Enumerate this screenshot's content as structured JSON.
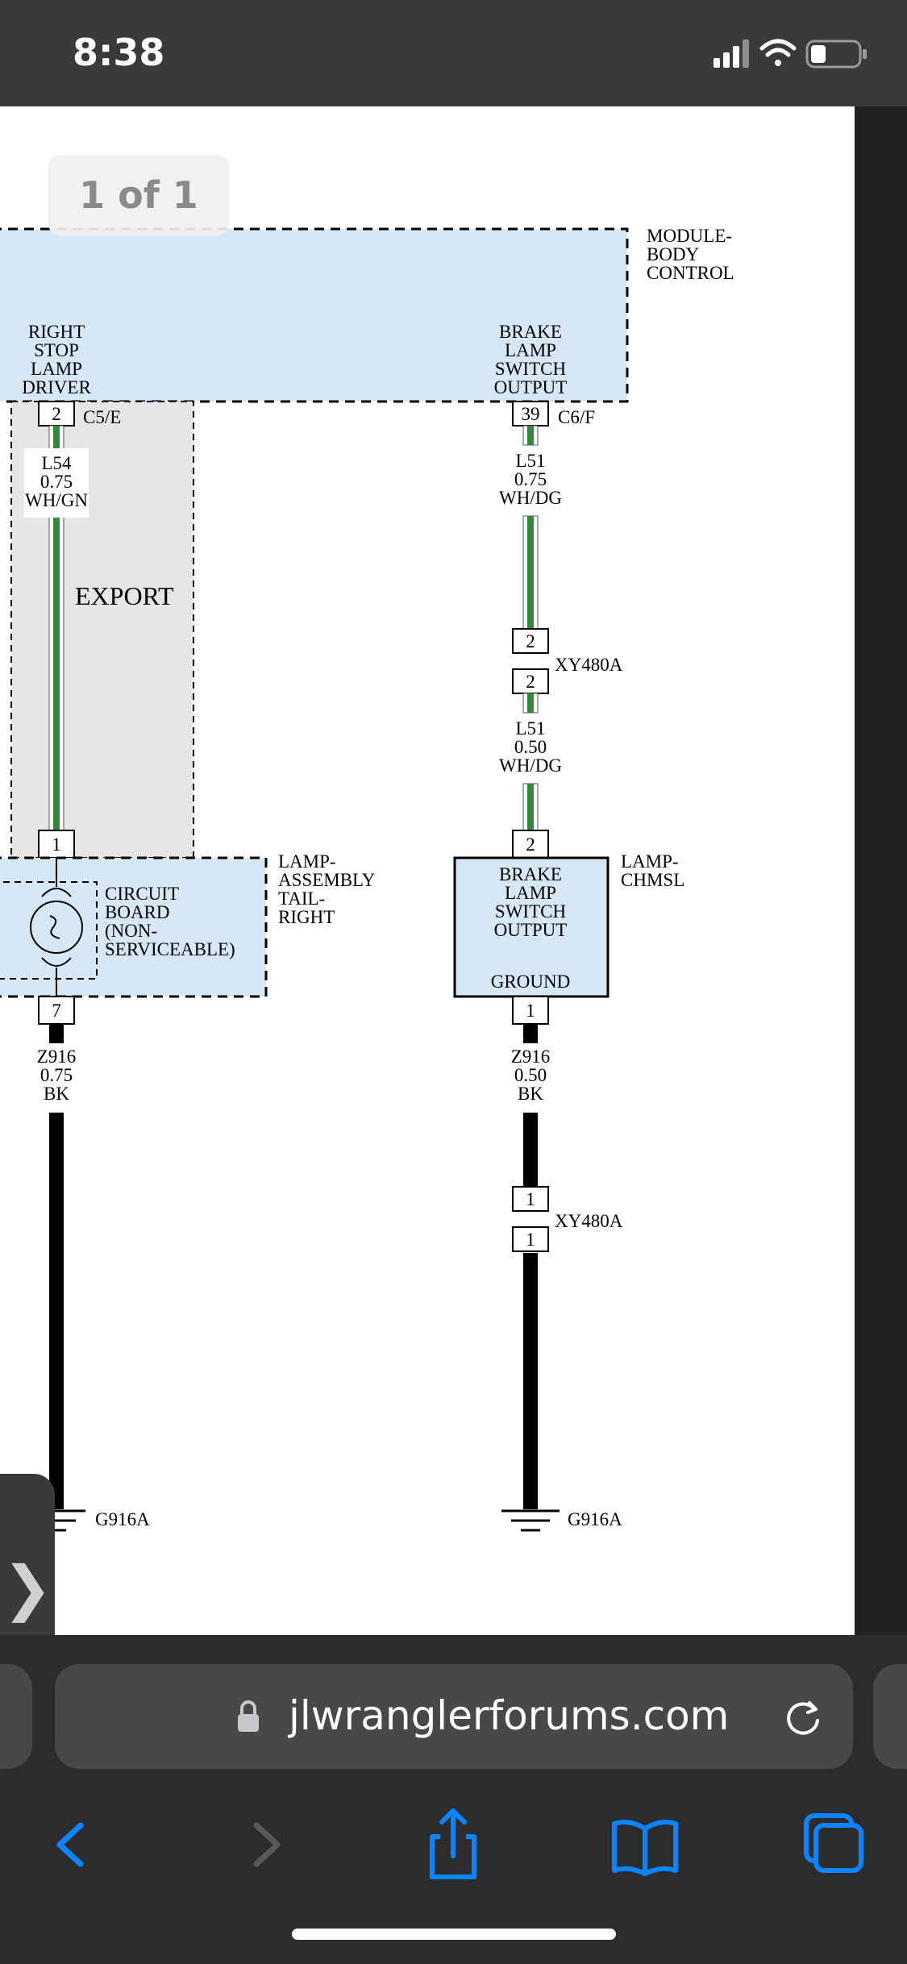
{
  "status_bar": {
    "time": "8:38",
    "icons": [
      "signal-icon",
      "wifi-icon",
      "battery-icon"
    ]
  },
  "document": {
    "page_indicator": "1 of 1",
    "diagram": {
      "module": {
        "line1": "MODULE-",
        "line2": "BODY",
        "line3": "CONTROL"
      },
      "left_pin_label": {
        "line1": "RIGHT",
        "line2": "STOP",
        "line3": "LAMP",
        "line4": "DRIVER"
      },
      "right_pin_label": {
        "line1": "BRAKE",
        "line2": "LAMP",
        "line3": "SWITCH",
        "line4": "OUTPUT"
      },
      "left_connector_pin": "2",
      "left_connector_name": "C5/E",
      "right_connector_pin": "39",
      "right_connector_name": "C6/F",
      "left_wire": {
        "circuit": "L54",
        "gauge": "0.75",
        "color": "WH/GN"
      },
      "export_label": "EXPORT",
      "right_wire_upper": {
        "circuit": "L51",
        "gauge": "0.75",
        "color": "WH/DG"
      },
      "inline_connector": {
        "pin_top": "2",
        "pin_bottom": "2",
        "name": "XY480A"
      },
      "right_wire_lower": {
        "circuit": "L51",
        "gauge": "0.50",
        "color": "WH/DG"
      },
      "tail_lamp_pin_in": "1",
      "tail_lamp_name": {
        "line1": "LAMP-",
        "line2": "ASSEMBLY",
        "line3": "TAIL-",
        "line4": "RIGHT"
      },
      "circuit_board": {
        "line1": "CIRCUIT",
        "line2": "BOARD",
        "line3": "(NON-",
        "line4": "SERVICEABLE)"
      },
      "tail_lamp_pin_out": "7",
      "chmsl_pin_in": "2",
      "chmsl_name": {
        "line1": "LAMP-",
        "line2": "CHMSL"
      },
      "chmsl_box": {
        "line1": "BRAKE",
        "line2": "LAMP",
        "line3": "SWITCH",
        "line4": "OUTPUT",
        "ground": "GROUND"
      },
      "chmsl_pin_out": "1",
      "left_ground_wire": {
        "circuit": "Z916",
        "gauge": "0.75",
        "color": "BK"
      },
      "right_ground_wire": {
        "circuit": "Z916",
        "gauge": "0.50",
        "color": "BK"
      },
      "ground_inline_connector": {
        "pin_top": "1",
        "pin_bottom": "1",
        "name": "XY480A"
      },
      "left_ground_name": "G916A",
      "right_ground_name": "G916A",
      "colors": {
        "module_fill": "#d6e7f5",
        "export_fill": "#e6e6e6",
        "wire_green": "#2f8a3a"
      }
    }
  },
  "side_tab": {
    "glyph": "❯"
  },
  "browser": {
    "url": "jlwranglerforums.com",
    "icons": [
      "lock-icon",
      "reload-icon",
      "back-icon",
      "forward-icon",
      "share-icon",
      "bookmarks-icon",
      "tabs-icon"
    ],
    "accent": "#0a84ff"
  }
}
